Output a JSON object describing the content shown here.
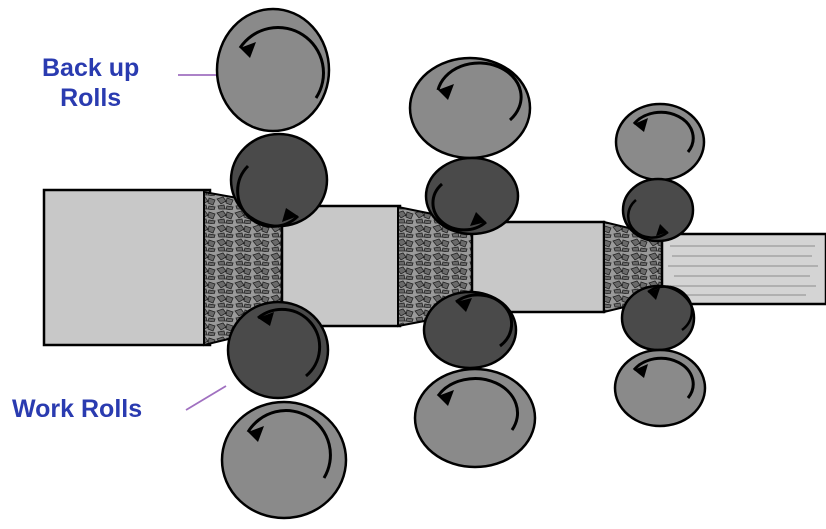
{
  "labels": {
    "backup_line1": "Back up",
    "backup_line2": "Rolls",
    "work": "Work Rolls"
  },
  "colors": {
    "label_text": "#2a3bb0",
    "leader_line": "#a070c0",
    "strip_fill": "#c8c8c8",
    "backup_roll_fill": "#8a8a8a",
    "work_roll_fill": "#4a4a4a",
    "outline": "#000000",
    "grain_fill": "#8f8f8f"
  },
  "stands": [
    "stand-1",
    "stand-2",
    "stand-3"
  ],
  "icons": [
    "rotation-arrow-icon"
  ]
}
